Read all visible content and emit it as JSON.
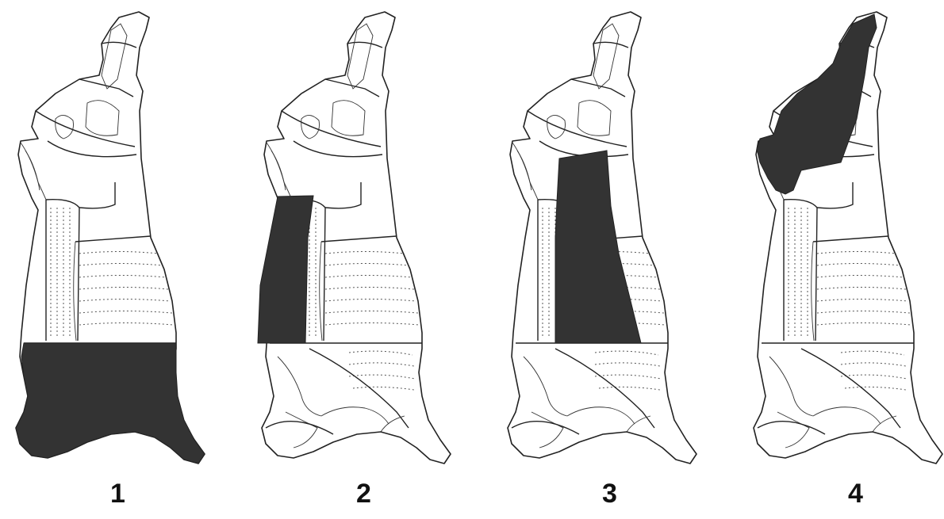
{
  "figure": {
    "highlight_color": "#333333",
    "outline_color": "#222222",
    "panels": [
      {
        "label": "1",
        "highlighted_region": "hindquarter-lower"
      },
      {
        "label": "2",
        "highlighted_region": "loin-strip"
      },
      {
        "label": "3",
        "highlighted_region": "loin-flank-block"
      },
      {
        "label": "4",
        "highlighted_region": "round-leg"
      }
    ]
  }
}
